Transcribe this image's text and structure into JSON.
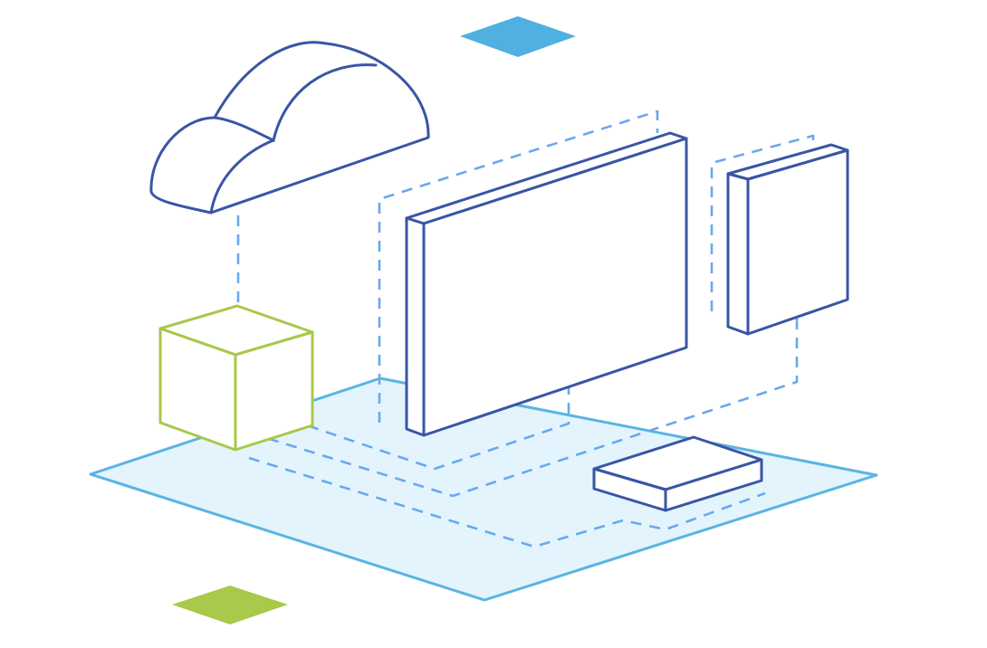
{
  "illustration": {
    "elements": [
      {
        "name": "floor-platform",
        "kind": "isometric-plane"
      },
      {
        "name": "cloud-icon",
        "kind": "cloud"
      },
      {
        "name": "cube-icon",
        "kind": "cube"
      },
      {
        "name": "monitor-large-panel",
        "kind": "panel"
      },
      {
        "name": "monitor-small-panel",
        "kind": "panel"
      },
      {
        "name": "device-box-icon",
        "kind": "flat-box"
      },
      {
        "name": "blue-diamond-marker",
        "kind": "diamond"
      },
      {
        "name": "green-diamond-marker",
        "kind": "diamond"
      }
    ],
    "connectors": "dashed",
    "colors": {
      "outline_navy": "#3a55a4",
      "outline_lime": "#a8c84a",
      "dashed_blue": "#6aa8ee",
      "floor_fill": "#e3f4fd",
      "floor_stroke": "#5ab4e2",
      "diamond_blue": "#4fb0e1",
      "diamond_green": "#a9c94a",
      "shape_fill": "#ffffff"
    }
  }
}
